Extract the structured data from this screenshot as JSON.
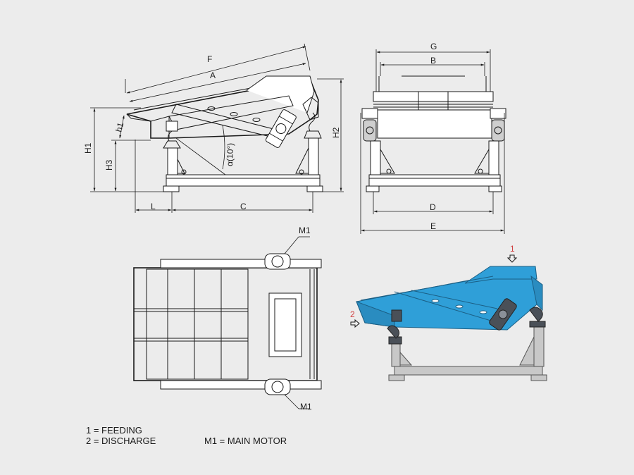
{
  "side_view": {
    "dims": {
      "F": "F",
      "A": "A",
      "H1": "H1",
      "H3": "H3",
      "H2": "H2",
      "h1": "h1",
      "L": "L",
      "C": "C",
      "angle": "α(10°)"
    }
  },
  "front_view": {
    "dims": {
      "G": "G",
      "B": "B",
      "D": "D",
      "E": "E"
    }
  },
  "top_view": {
    "motor_top": "M1",
    "motor_bottom": "M1"
  },
  "iso_view": {
    "feed_marker": "1",
    "discharge_marker": "2",
    "accent_color": "#2f9fd8"
  },
  "legend": {
    "feeding": "1 = FEEDING",
    "discharge": "2 = DISCHARGE",
    "motor": "M1 = MAIN MOTOR"
  }
}
